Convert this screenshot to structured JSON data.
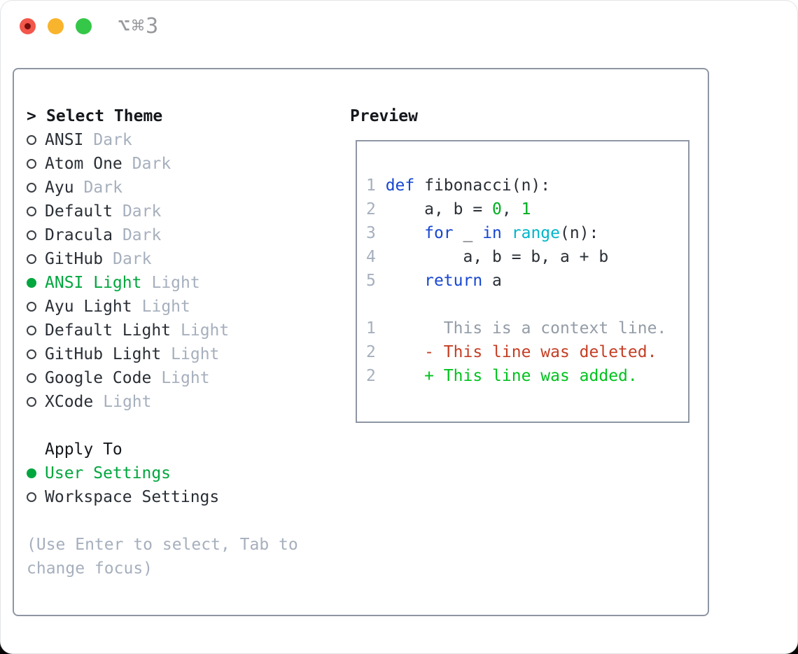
{
  "titlebar": {
    "shortcut": "⌥⌘3"
  },
  "theme_panel": {
    "prompt": ">",
    "title": "Select Theme",
    "themes": [
      {
        "name": "ANSI",
        "variant": "Dark",
        "selected": false
      },
      {
        "name": "Atom One",
        "variant": "Dark",
        "selected": false
      },
      {
        "name": "Ayu",
        "variant": "Dark",
        "selected": false
      },
      {
        "name": "Default",
        "variant": "Dark",
        "selected": false
      },
      {
        "name": "Dracula",
        "variant": "Dark",
        "selected": false
      },
      {
        "name": "GitHub",
        "variant": "Dark",
        "selected": false
      },
      {
        "name": "ANSI Light",
        "variant": "Light",
        "selected": true
      },
      {
        "name": "Ayu Light",
        "variant": "Light",
        "selected": false
      },
      {
        "name": "Default Light",
        "variant": "Light",
        "selected": false
      },
      {
        "name": "GitHub Light",
        "variant": "Light",
        "selected": false
      },
      {
        "name": "Google Code",
        "variant": "Light",
        "selected": false
      },
      {
        "name": "XCode",
        "variant": "Light",
        "selected": false
      }
    ],
    "apply_to": {
      "title": "Apply To",
      "options": [
        {
          "label": "User Settings",
          "selected": true
        },
        {
          "label": "Workspace Settings",
          "selected": false
        }
      ]
    },
    "help": [
      "(Use Enter to select, Tab to",
      "change focus)"
    ]
  },
  "preview": {
    "title": "Preview",
    "lines": [
      [
        {
          "t": "1 ",
          "c": "ln"
        },
        {
          "t": "def",
          "c": "kw"
        },
        {
          "t": " fibonacci(n):",
          "c": "tx"
        }
      ],
      [
        {
          "t": "2 ",
          "c": "ln"
        },
        {
          "t": "    a, b = ",
          "c": "tx"
        },
        {
          "t": "0",
          "c": "nm"
        },
        {
          "t": ", ",
          "c": "tx"
        },
        {
          "t": "1",
          "c": "nm"
        }
      ],
      [
        {
          "t": "3 ",
          "c": "ln"
        },
        {
          "t": "    ",
          "c": "tx"
        },
        {
          "t": "for",
          "c": "kw"
        },
        {
          "t": " _ ",
          "c": "tx"
        },
        {
          "t": "in",
          "c": "kw"
        },
        {
          "t": " ",
          "c": "tx"
        },
        {
          "t": "range",
          "c": "bi"
        },
        {
          "t": "(n):",
          "c": "tx"
        }
      ],
      [
        {
          "t": "4 ",
          "c": "ln"
        },
        {
          "t": "        a, b = b, a + b",
          "c": "tx"
        }
      ],
      [
        {
          "t": "5 ",
          "c": "ln"
        },
        {
          "t": "    ",
          "c": "tx"
        },
        {
          "t": "return",
          "c": "kw"
        },
        {
          "t": " a",
          "c": "tx"
        }
      ],
      [],
      [
        {
          "t": "1 ",
          "c": "ln"
        },
        {
          "t": "      This is a context line.",
          "c": "ctx"
        }
      ],
      [
        {
          "t": "2 ",
          "c": "ln"
        },
        {
          "t": "    ",
          "c": "tx"
        },
        {
          "t": "- This line was deleted.",
          "c": "del"
        }
      ],
      [
        {
          "t": "2 ",
          "c": "ln"
        },
        {
          "t": "    ",
          "c": "tx"
        },
        {
          "t": "+ This line was added.",
          "c": "add"
        }
      ]
    ]
  },
  "colors": {
    "heading": "#15181c",
    "text": "#2a2f36",
    "muted": "#a6afbd",
    "line_number": "#a6afbd",
    "context": "#939ca7",
    "radio_ring": "#3c4147",
    "green_selected": "#00a63e",
    "green_added": "#00c21d",
    "green_number": "#00ad1f",
    "red_deleted": "#c43e24",
    "blue_keyword": "#1847d1",
    "cyan_builtin": "#00b5c9",
    "border": "#8e96a3",
    "traffic_red": "#f3564a",
    "traffic_red_dot": "#750f0c",
    "traffic_yellow": "#f8b42c",
    "traffic_green": "#34c748",
    "shortcut_gray": "#97999d"
  }
}
